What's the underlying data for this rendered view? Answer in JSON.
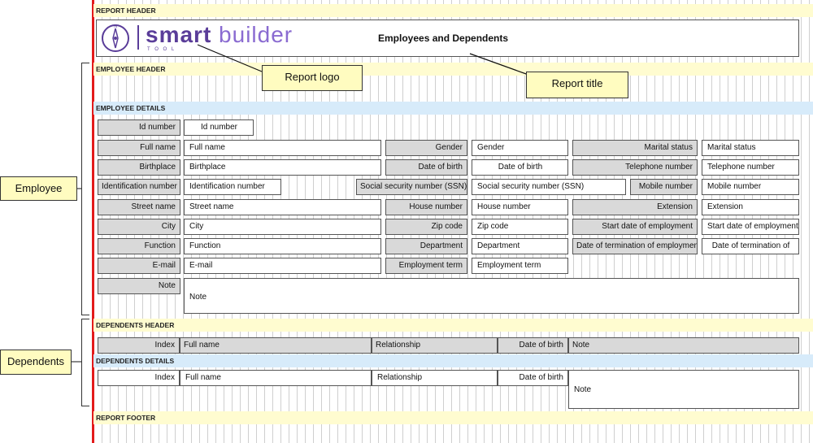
{
  "bands": {
    "report_header": "REPORT HEADER",
    "employee_header": "EMPLOYEE HEADER",
    "employee_details": "EMPLOYEE DETAILS",
    "dependents_header": "DEPENDENTS HEADER",
    "dependents_details": "DEPENDENTS DETAILS",
    "report_footer": "REPORT FOOTER"
  },
  "logo": {
    "word1": "smart",
    "word2": "builder",
    "sub": "T O O L",
    "color": "#5a3d99"
  },
  "report_title": "Employees and Dependents",
  "callouts": {
    "logo": "Report logo",
    "title": "Report title",
    "employee": "Employee",
    "dependents": "Dependents"
  },
  "employee": {
    "id_label": "Id number",
    "id_value": "Id number",
    "fullname_label": "Full name",
    "fullname_value": "Full name",
    "gender_label": "Gender",
    "gender_value": "Gender",
    "marital_label": "Marital status",
    "marital_value": "Marital status",
    "birthplace_label": "Birthplace",
    "birthplace_value": "Birthplace",
    "dob_label": "Date of birth",
    "dob_value": "Date of birth",
    "phone_label": "Telephone number",
    "phone_value": "Telephone number",
    "ident_label": "Identification number",
    "ident_value": "Identification number",
    "ssn_label": "Social security number (SSN)",
    "ssn_value": "Social security number (SSN)",
    "mobile_label": "Mobile number",
    "mobile_value": "Mobile number",
    "street_label": "Street name",
    "street_value": "Street name",
    "house_label": "House number",
    "house_value": "House number",
    "ext_label": "Extension",
    "ext_value": "Extension",
    "city_label": "City",
    "city_value": "City",
    "zip_label": "Zip code",
    "zip_value": "Zip code",
    "start_label": "Start date of employment",
    "start_value": "Start date of employment",
    "function_label": "Function",
    "function_value": "Function",
    "dept_label": "Department",
    "dept_value": "Department",
    "term_label": "Date of termination of employment",
    "term_value": "Date of termination of",
    "email_label": "E-mail",
    "email_value": "E-mail",
    "empterm_label": "Employment term",
    "empterm_value": "Employment term",
    "note_label": "Note",
    "note_value": "Note"
  },
  "dependents_header_row": {
    "index": "Index",
    "fullname": "Full name",
    "relationship": "Relationship",
    "dob": "Date of birth",
    "note": "Note"
  },
  "dependents_detail_row": {
    "index": "Index",
    "fullname": "Full name",
    "relationship": "Relationship",
    "dob": "Date of birth",
    "note": "Note"
  }
}
